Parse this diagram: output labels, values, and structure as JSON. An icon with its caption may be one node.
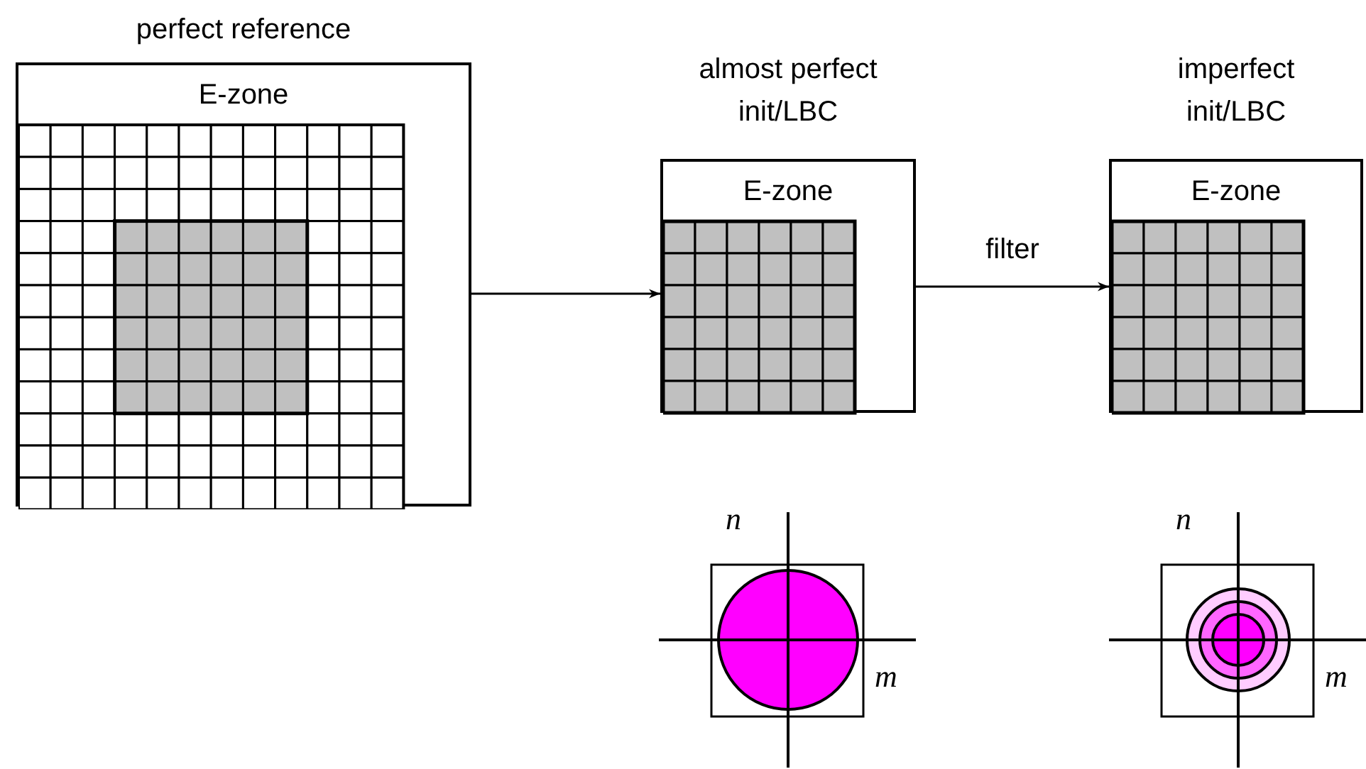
{
  "diagram": {
    "nodes": [
      {
        "text": [
          "E-zone"
        ],
        "beside": [
          "perfect reference"
        ]
      },
      {
        "text": [
          "E-zone"
        ],
        "beside": [
          "almost perfect init/LBC"
        ]
      },
      {
        "text": [
          "E-zone"
        ],
        "beside": [
          "imperfect init/LBC"
        ]
      }
    ],
    "edges": [
      {
        "from": 0,
        "to": 1,
        "arrow": "to"
      },
      {
        "from": 1,
        "to": 2,
        "arrow": "to",
        "label": "filter"
      }
    ],
    "labels": [
      "n",
      "m",
      "n",
      "m"
    ]
  }
}
